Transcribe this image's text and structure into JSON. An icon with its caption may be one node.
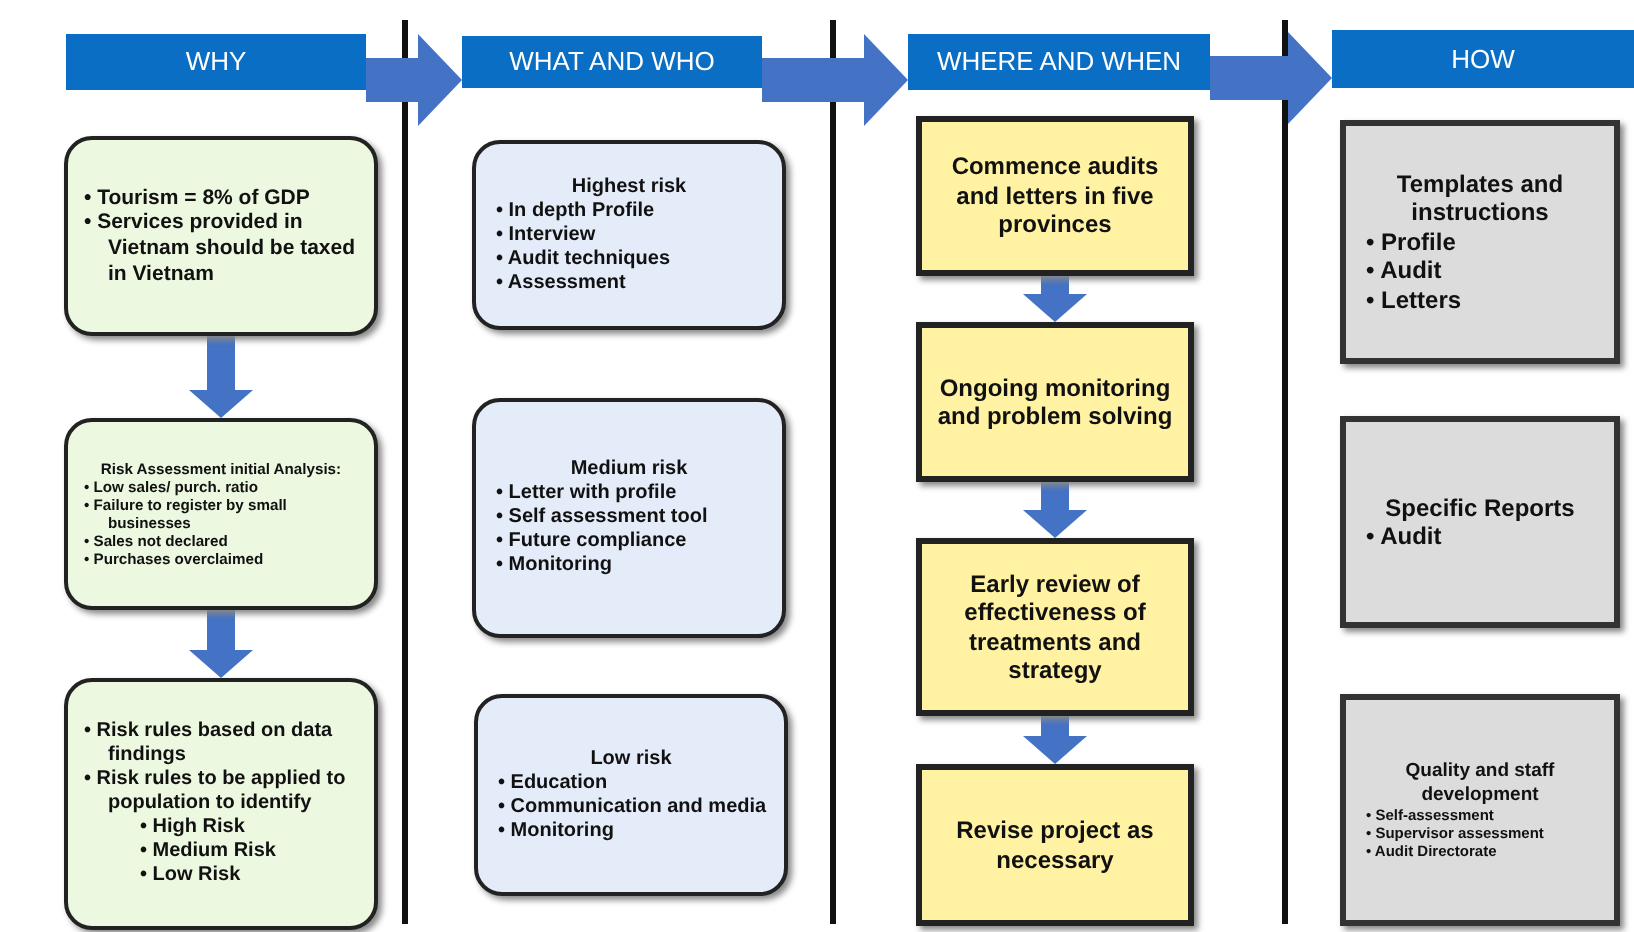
{
  "diagram": {
    "nodes": [
      {
        "text": [
          "WHY"
        ]
      },
      {
        "text": [
          "WHAT AND WHO"
        ]
      },
      {
        "text": [
          "WHERE AND WHEN"
        ]
      },
      {
        "text": [
          "HOW"
        ]
      },
      {
        "text": [
          "• Tourism = 8% of GDP",
          "• Services provided in Vietnam should be taxed in Vietnam"
        ]
      },
      {
        "text": [
          "Risk Assessment initial Analysis:",
          "• Low sales/ purch. ratio",
          "• Failure to register by small businesses",
          "• Sales not declared",
          "• Purchases overclaimed"
        ]
      },
      {
        "text": [
          "• Risk rules based on data findings",
          "• Risk rules to be applied to population to identify",
          "• High Risk",
          "• Medium Risk",
          "• Low Risk"
        ]
      },
      {
        "text": [
          "Highest risk",
          "• In depth Profile",
          "• Interview",
          "• Audit techniques",
          "• Assessment"
        ]
      },
      {
        "text": [
          "Medium risk",
          "• Letter with profile",
          "• Self assessment tool",
          "• Future compliance",
          "• Monitoring"
        ]
      },
      {
        "text": [
          "Low risk",
          "• Education",
          "• Communication and media",
          "• Monitoring"
        ]
      },
      {
        "text": [
          "Commence audits and letters in five provinces"
        ]
      },
      {
        "text": [
          "Ongoing monitoring and problem solving"
        ]
      },
      {
        "text": [
          "Early review of effectiveness of treatments and strategy"
        ]
      },
      {
        "text": [
          "Revise project as necessary"
        ]
      },
      {
        "text": [
          "Templates and instructions",
          "• Profile",
          "• Audit",
          "• Letters"
        ]
      },
      {
        "text": [
          "Specific Reports",
          "• Audit"
        ]
      },
      {
        "text": [
          "Quality and staff development",
          "• Self-assessment",
          "• Supervisor assessment",
          "• Audit Directorate"
        ]
      }
    ],
    "edges": [
      {
        "from": 0,
        "to": 1,
        "arrow": "to"
      },
      {
        "from": 1,
        "to": 2,
        "arrow": "to"
      },
      {
        "from": 2,
        "to": 3,
        "arrow": "to"
      },
      {
        "from": 4,
        "to": 5,
        "arrow": "to"
      },
      {
        "from": 5,
        "to": 6,
        "arrow": "to"
      },
      {
        "from": 10,
        "to": 11,
        "arrow": "to"
      },
      {
        "from": 11,
        "to": 12,
        "arrow": "to"
      },
      {
        "from": 12,
        "to": 13,
        "arrow": "to"
      }
    ]
  }
}
